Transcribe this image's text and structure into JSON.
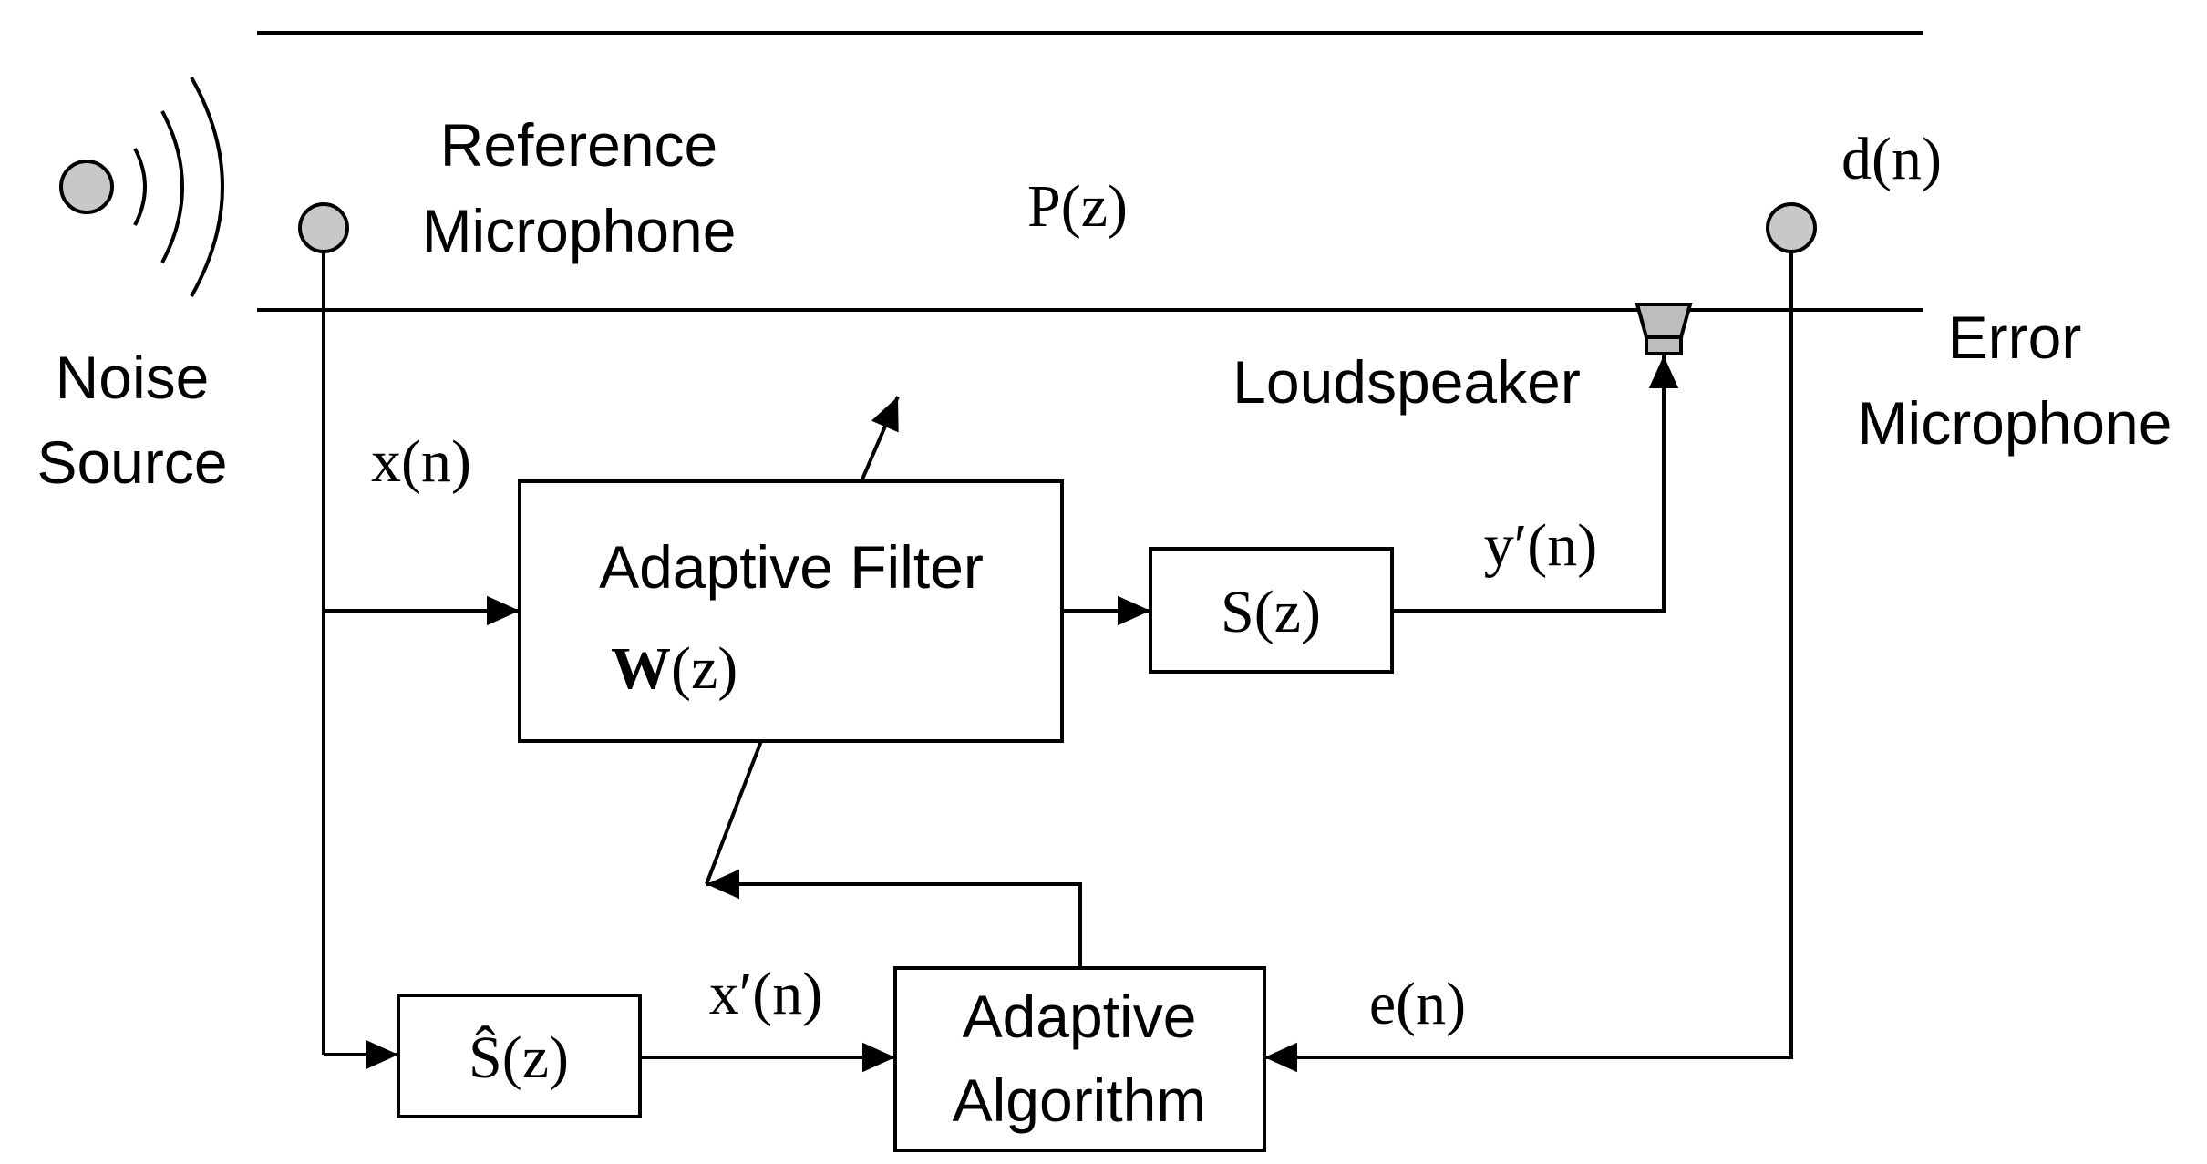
{
  "labels": {
    "noise_source_line1": "Noise",
    "noise_source_line2": "Source",
    "reference_mic_line1": "Reference",
    "reference_mic_line2": "Microphone",
    "primary_path": "P(z)",
    "error_signal_top": "d(n)",
    "error_mic_line1": "Error",
    "error_mic_line2": "Microphone",
    "loudspeaker": "Loudspeaker",
    "reference_signal": "x(n)",
    "adaptive_filter_line1": "Adaptive Filter",
    "adaptive_filter_W": "W",
    "adaptive_filter_z": "(z)",
    "secondary_path": "S(z)",
    "secondary_output": "y′(n)",
    "secondary_estimate": "Ŝ(z)",
    "filtered_reference": "x′(n)",
    "adaptive_algorithm_line1": "Adaptive",
    "adaptive_algorithm_line2": "Algorithm",
    "error_signal": "e(n)"
  },
  "colors": {
    "stroke": "#000000",
    "mic_fill": "#c8c8c8",
    "speaker_fill": "#bdbdbd",
    "background": "#ffffff"
  }
}
